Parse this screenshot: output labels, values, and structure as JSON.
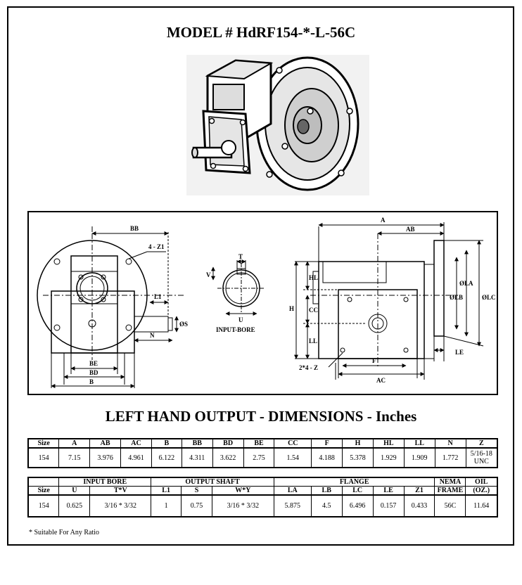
{
  "title": "MODEL # HdRF154-*-L-56C",
  "subtitle": "LEFT HAND OUTPUT - DIMENSIONS - Inches",
  "drawing_labels": {
    "bb": "BB",
    "z1": "4 - Z1",
    "l1": "L1",
    "s": "ØS",
    "n": "N",
    "be": "BE",
    "bd": "BD",
    "b": "B",
    "t": "T",
    "v": "V",
    "u": "U",
    "input_bore": "INPUT-BORE",
    "a": "A",
    "ab": "AB",
    "hl": "HL",
    "h": "H",
    "cc": "CC",
    "ll": "LL",
    "lb": "ØLB",
    "la": "ØLA",
    "lc": "ØLC",
    "le": "LE",
    "z": "2*4 - Z",
    "f": "F",
    "ac": "AC"
  },
  "table1": {
    "headers": [
      "Size",
      "A",
      "AB",
      "AC",
      "B",
      "BB",
      "BD",
      "BE",
      "CC",
      "F",
      "H",
      "HL",
      "LL",
      "N",
      "Z"
    ],
    "values": [
      "154",
      "7.15",
      "3.976",
      "4.961",
      "6.122",
      "4.311",
      "3.622",
      "2.75",
      "1.54",
      "4.188",
      "5.378",
      "1.929",
      "1.909",
      "1.772",
      "5/16-18 UNC"
    ]
  },
  "table2": {
    "groups": {
      "input_bore": "INPUT BORE",
      "output_shaft": "OUTPUT SHAFT",
      "flange": "FLANGE",
      "nema": "NEMA",
      "oil": "OIL"
    },
    "headers": [
      "Size",
      "U",
      "T*V",
      "L1",
      "S",
      "W*Y",
      "LA",
      "LB",
      "LC",
      "LE",
      "Z1",
      "FRAME",
      "(OZ.)"
    ],
    "values": [
      "154",
      "0.625",
      "3/16 * 3/32",
      "1",
      "0.75",
      "3/16 * 3/32",
      "5.875",
      "4.5",
      "6.496",
      "0.157",
      "0.433",
      "56C",
      "11.64"
    ]
  },
  "footnote": "* Suitable For Any Ratio"
}
